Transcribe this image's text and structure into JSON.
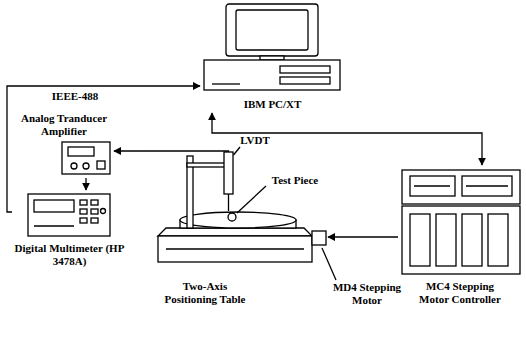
{
  "diagram": {
    "nodes": [
      {
        "text": [
          "IBM PC/XT"
        ]
      },
      {
        "text": [
          "Analog Tranducer Amplifier"
        ]
      },
      {
        "text": [
          "Digital Multimeter (HP 3478A)"
        ]
      },
      {
        "text": [
          "Two-Axis Positioning Table"
        ]
      },
      {
        "text": [
          "MC4 Stepping Motor Controller"
        ]
      }
    ],
    "edges": [
      {
        "from": 2,
        "to": 0,
        "arrow": "to"
      },
      {
        "from": 0,
        "to": 4,
        "arrow": "both"
      },
      {
        "from": 3,
        "to": 1,
        "arrow": "to"
      },
      {
        "from": 1,
        "to": 2,
        "arrow": "to"
      },
      {
        "from": 4,
        "to": 3,
        "arrow": "to"
      }
    ],
    "labels": [
      "IEEE-488",
      "LVDT",
      "Test Piece",
      "MD4 Stepping Motor"
    ]
  }
}
